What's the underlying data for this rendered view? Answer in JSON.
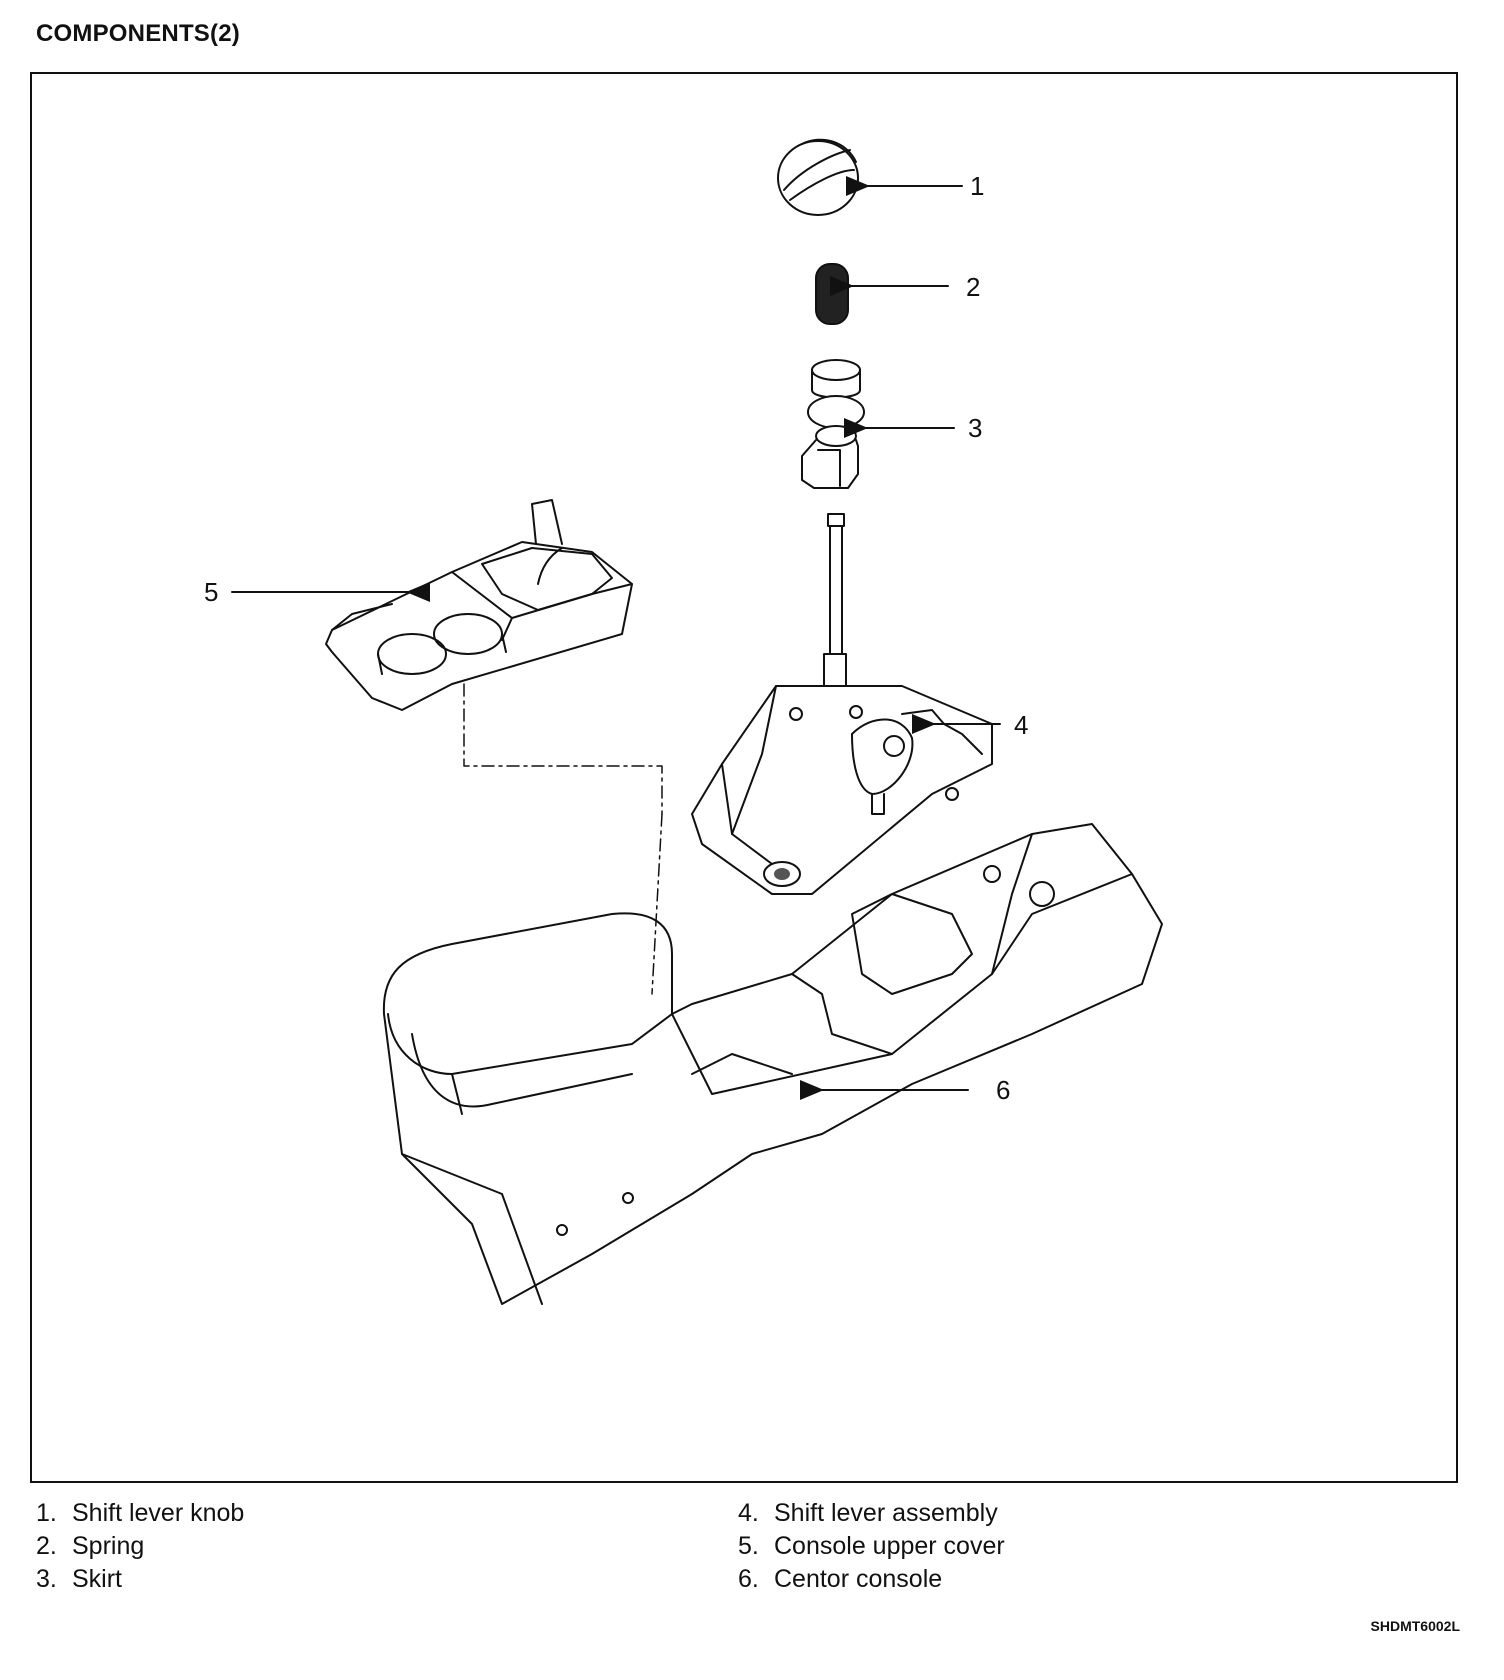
{
  "header": {
    "title": "COMPONENTS(2)"
  },
  "diagram": {
    "callouts": [
      "1",
      "2",
      "3",
      "4",
      "5",
      "6"
    ]
  },
  "legend": {
    "left": [
      {
        "num": "1.",
        "label": "Shift lever knob"
      },
      {
        "num": "2.",
        "label": "Spring"
      },
      {
        "num": "3.",
        "label": "Skirt"
      }
    ],
    "right": [
      {
        "num": "4.",
        "label": "Shift lever assembly"
      },
      {
        "num": "5.",
        "label": "Console upper cover"
      },
      {
        "num": "6.",
        "label": "Centor console"
      }
    ]
  },
  "figure_code": "SHDMT6002L"
}
